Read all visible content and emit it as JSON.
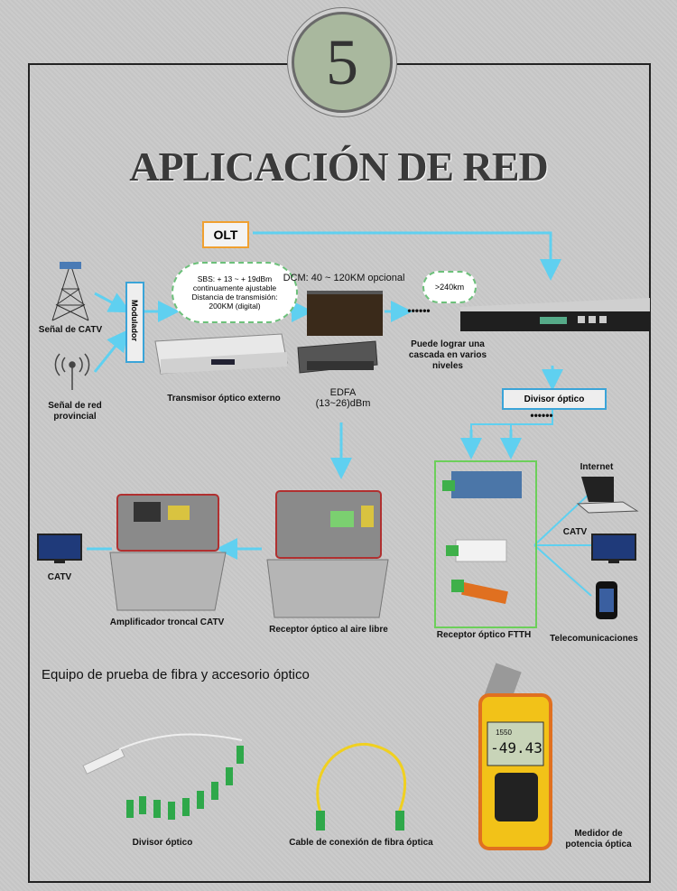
{
  "badge_number": "5",
  "title": "APLICACIÓN DE RED",
  "olt": "OLT",
  "modulator": "Modulador",
  "signals": {
    "catv": "Señal de CATV",
    "provincial": "Señal de red provincial"
  },
  "sbs_note": "SBS: + 13 ~ + 19dBm continuamente ajustable Distancia de transmisión: 200KM (digital)",
  "dcm_note": "DCM: 40 ~ 120KM opcional",
  "cascade_distance": ">240km",
  "dots": "••••••",
  "transmitter": "Transmisor óptico externo",
  "edfa": "EDFA",
  "edfa_range": "(13~26)dBm",
  "cascade_note": "Puede lograr una cascada en varios niveles",
  "splitter_label": "Divisor óptico",
  "internet": "Internet",
  "catv_right": "CATV",
  "telecom": "Telecomunicaciones",
  "catv_left": "CATV",
  "trunk_amp": "Amplificador troncal CATV",
  "outdoor_receiver": "Receptor óptico al aire libre",
  "ftth_receiver": "Receptor óptico FTTH",
  "section_title": "Equipo de prueba de fibra y accesorio óptico",
  "accessories": {
    "splitter": "Divisor óptico",
    "patch_cable": "Cable de conexión de fibra óptica",
    "power_meter": "Medidor de potencia óptica"
  },
  "meter_display": "-49.43",
  "meter_small": "1550",
  "colors": {
    "arrow": "#5fd0f0",
    "accent": "#f0a030",
    "green": "#6ccf5a"
  }
}
